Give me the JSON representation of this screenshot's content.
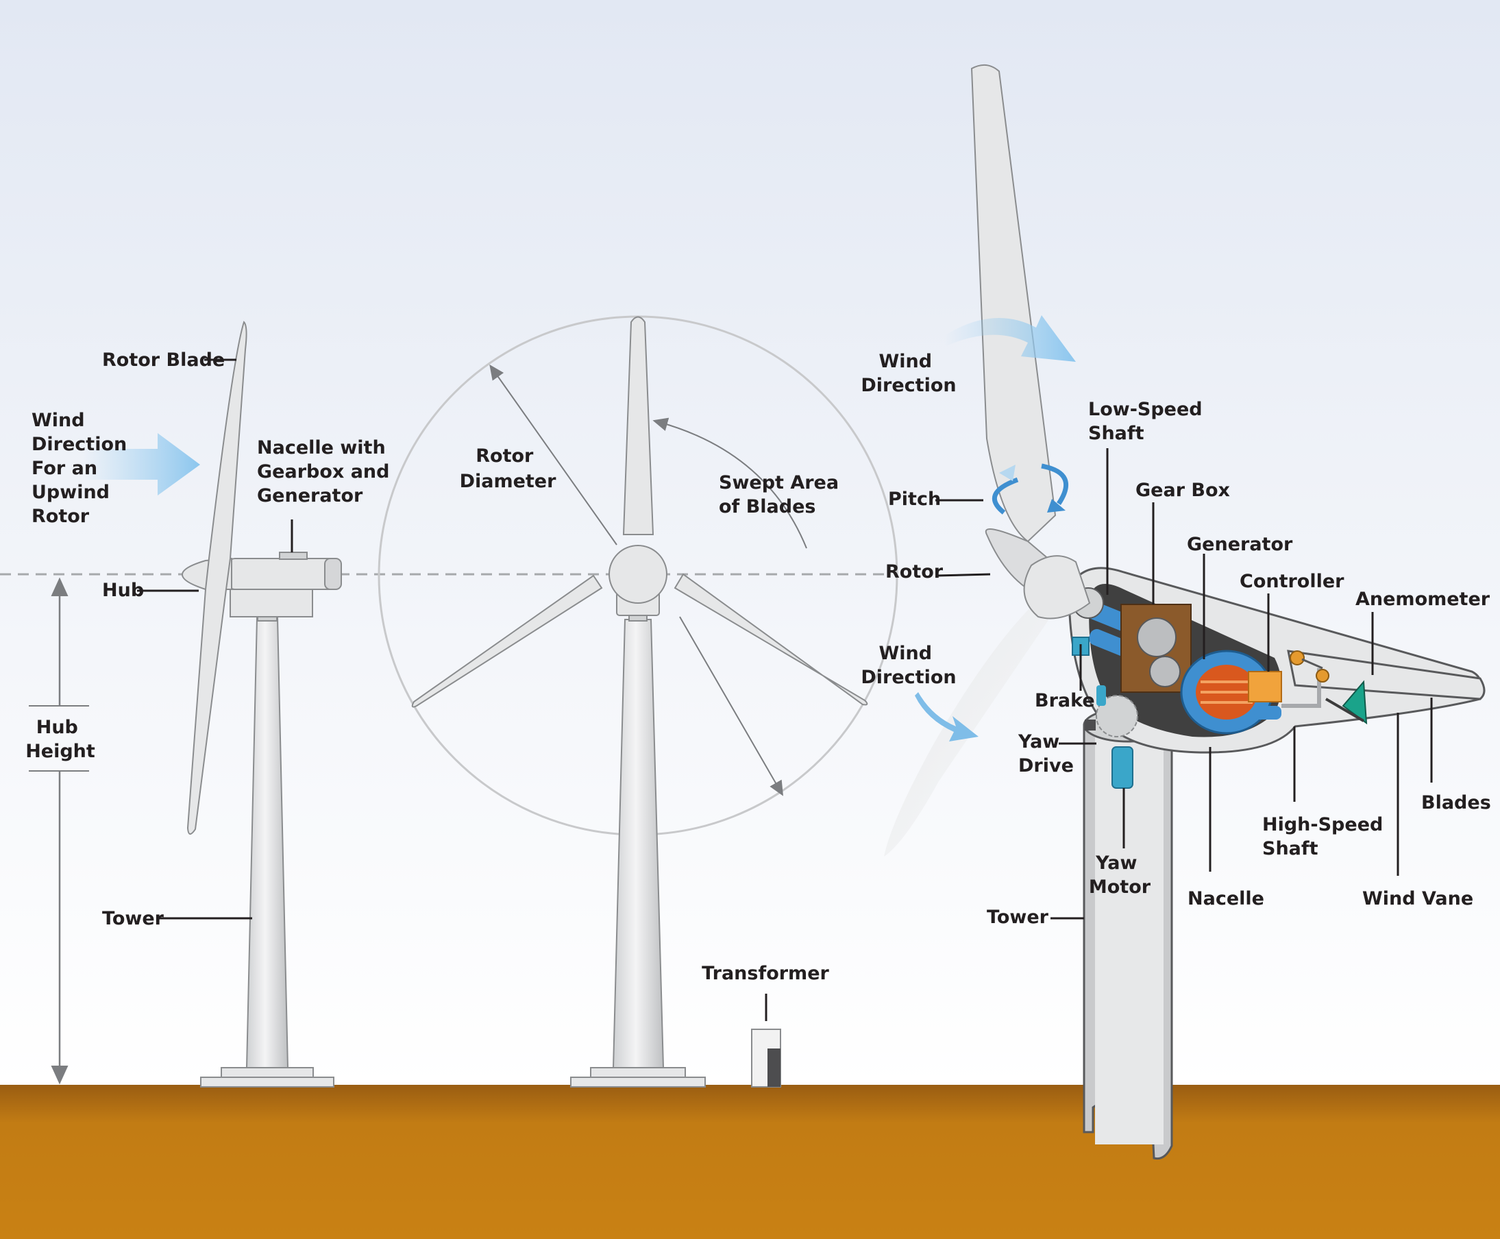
{
  "left_turbine": {
    "rotor_blade": "Rotor Blade",
    "wind_direction": [
      "Wind",
      "Direction",
      "For an",
      "Upwind",
      "Rotor"
    ],
    "nacelle": [
      "Nacelle with",
      "Gearbox and",
      "Generator"
    ],
    "hub": "Hub",
    "hub_height": [
      "Hub",
      "Height"
    ],
    "tower": "Tower"
  },
  "middle_turbine": {
    "rotor_diameter": [
      "Rotor",
      "Diameter"
    ],
    "swept_area": [
      "Swept Area",
      "of Blades"
    ],
    "transformer": "Transformer"
  },
  "cutaway": {
    "wind_direction_top": [
      "Wind",
      "Direction"
    ],
    "pitch": "Pitch",
    "rotor": "Rotor",
    "wind_direction_bottom": [
      "Wind",
      "Direction"
    ],
    "low_speed_shaft": [
      "Low-Speed",
      "Shaft"
    ],
    "gear_box": "Gear Box",
    "generator": "Generator",
    "controller": "Controller",
    "anemometer": "Anemometer",
    "brake": "Brake",
    "yaw_drive": [
      "Yaw",
      "Drive"
    ],
    "yaw_motor": [
      "Yaw",
      "Motor"
    ],
    "high_speed_shaft": [
      "High-Speed",
      "Shaft"
    ],
    "blades": "Blades",
    "nacelle": "Nacelle",
    "wind_vane": "Wind Vane",
    "tower": "Tower"
  },
  "colors": {
    "sky_top": "#e2e8f3",
    "ground": "#c27c14",
    "ground_top": "#9a5d12",
    "turbine_gray": "#e6e7e8",
    "accent_blue": "#3f8fd0",
    "generator_orange": "#d9581e",
    "gearbox_brown": "#8b5a2b",
    "controller_orange": "#f1a33c"
  }
}
